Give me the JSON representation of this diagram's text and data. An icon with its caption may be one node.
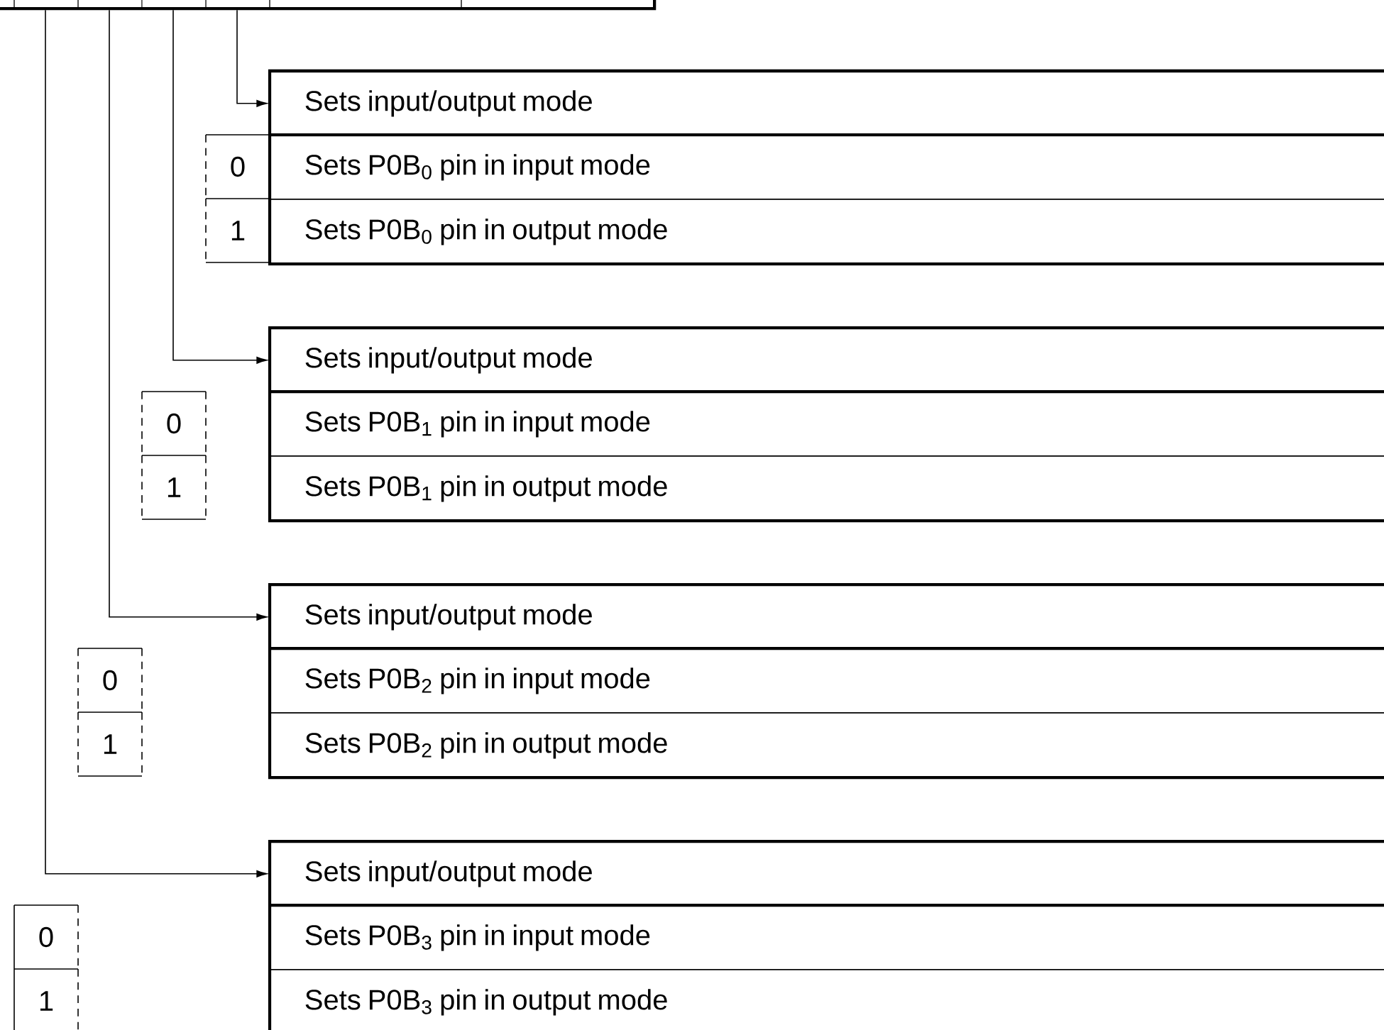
{
  "diagram": {
    "nodes": [
      {
        "text": [],
        "shape": "box"
      },
      {
        "text": [
          "Sets input/output mode"
        ]
      },
      {
        "text": [
          "Sets P0B$_{0}$ pin in input mode"
        ]
      },
      {
        "text": [
          "Sets P0B$_{0}$ pin in output mode"
        ]
      },
      {
        "text": [
          "Sets input/output mode"
        ]
      },
      {
        "text": [
          "Sets P0B$_{1}$ pin in input mode"
        ]
      },
      {
        "text": [
          "Sets P0B$_{1}$ pin in output mode"
        ]
      },
      {
        "text": [
          "Sets input/output mode"
        ]
      },
      {
        "text": [
          "Sets P0B$_{2}$ pin in input mode"
        ]
      },
      {
        "text": [
          "Sets P0B$_{2}$ pin in output mode"
        ]
      },
      {
        "text": [
          "Sets input/output mode"
        ]
      },
      {
        "text": [
          "Sets P0B$_{3}$ pin in input mode"
        ]
      },
      {
        "text": [
          "Sets P0B$_{3}$ pin in output mode"
        ]
      }
    ],
    "edges": [
      {
        "from": 0,
        "to": 1,
        "arrow": "to"
      },
      {
        "from": 0,
        "to": 4,
        "arrow": "to"
      },
      {
        "from": 0,
        "to": 7,
        "arrow": "to"
      },
      {
        "from": 0,
        "to": 10,
        "arrow": "to"
      }
    ],
    "labels": [
      "0",
      "1",
      "0",
      "1",
      "0",
      "1",
      "0",
      "1"
    ]
  }
}
